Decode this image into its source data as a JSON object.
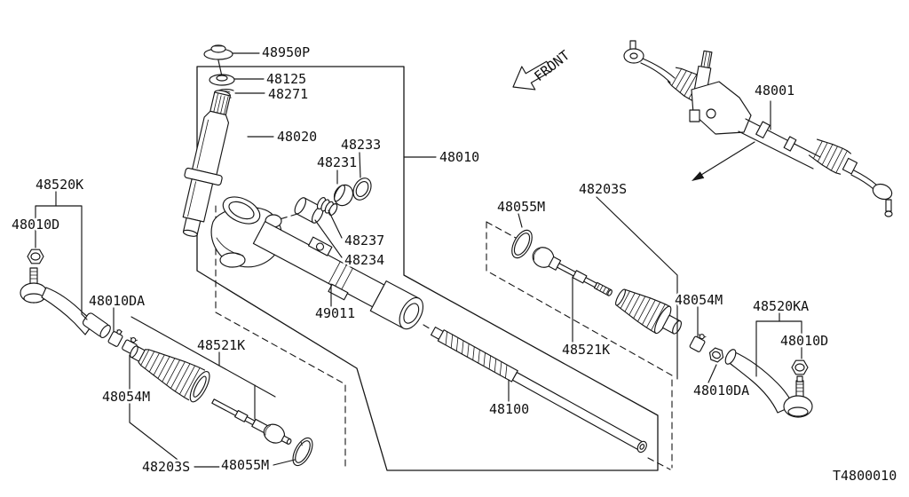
{
  "diagram": {
    "drawing_number": "T4800010",
    "front_label": "FRONT",
    "parts": {
      "p48950P": "48950P",
      "p48125": "48125",
      "p48271": "48271",
      "p48020": "48020",
      "p48233": "48233",
      "p48231": "48231",
      "p48010": "48010",
      "p48237": "48237",
      "p48234": "48234",
      "p49011": "49011",
      "p48203S_right": "48203S",
      "p48055M_right": "48055M",
      "p48054M_right": "48054M",
      "p48521K_right": "48521K",
      "p48520KA": "48520KA",
      "p48010D_right": "48010D",
      "p48010DA_right": "48010DA",
      "p48100": "48100",
      "p48520K": "48520K",
      "p48010D_left": "48010D",
      "p48010DA_left": "48010DA",
      "p48521K_left": "48521K",
      "p48054M_left": "48054M",
      "p48203S_left": "48203S",
      "p48055M_left": "48055M",
      "p48001": "48001"
    },
    "line_color": "#161616",
    "background_color": "#ffffff"
  }
}
